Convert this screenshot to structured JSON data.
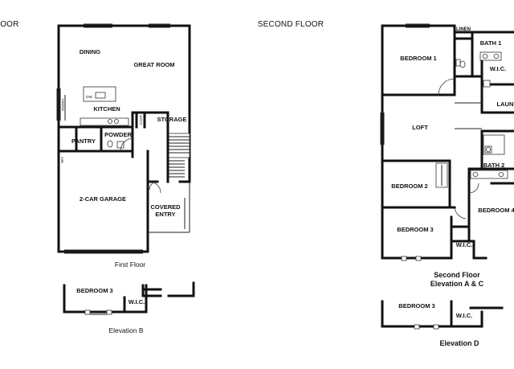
{
  "headers": {
    "first_floor_partial": "LOOR",
    "second_floor": "SECOND FLOOR"
  },
  "first_floor": {
    "rooms": {
      "dining": "DINING",
      "great_room": "GREAT ROOM",
      "kitchen": "KITCHEN",
      "dw": "DW",
      "pantry_small": "PNTRY",
      "coat": "COAT",
      "storage": "STORAGE",
      "pantry": "PANTRY",
      "powder": "POWDER",
      "wh": "WH",
      "garage": "2-CAR GARAGE",
      "covered_entry_line1": "COVERED",
      "covered_entry_line2": "ENTRY"
    },
    "caption": "First Floor"
  },
  "elevation_b": {
    "bedroom": "BEDROOM 3",
    "wic": "W.I.C.",
    "caption": "Elevation B"
  },
  "second_floor": {
    "rooms": {
      "linen": "LINEN",
      "bath1": "BATH 1",
      "bedroom1": "BEDROOM 1",
      "wic1": "W.I.C.",
      "laundry": "LAUNI",
      "loft": "LOFT",
      "bath2": "BATH 2",
      "bedroom2": "BEDROOM 2",
      "bedroom4": "BEDROOM 4",
      "bedroom3": "BEDROOM 3",
      "wic3": "W.I.C."
    },
    "caption_line1": "Second Floor",
    "caption_line2": "Elevation A & C"
  },
  "elevation_d": {
    "bedroom": "BEDROOM 3",
    "wic": "W.I.C.",
    "caption": "Elevation D"
  }
}
